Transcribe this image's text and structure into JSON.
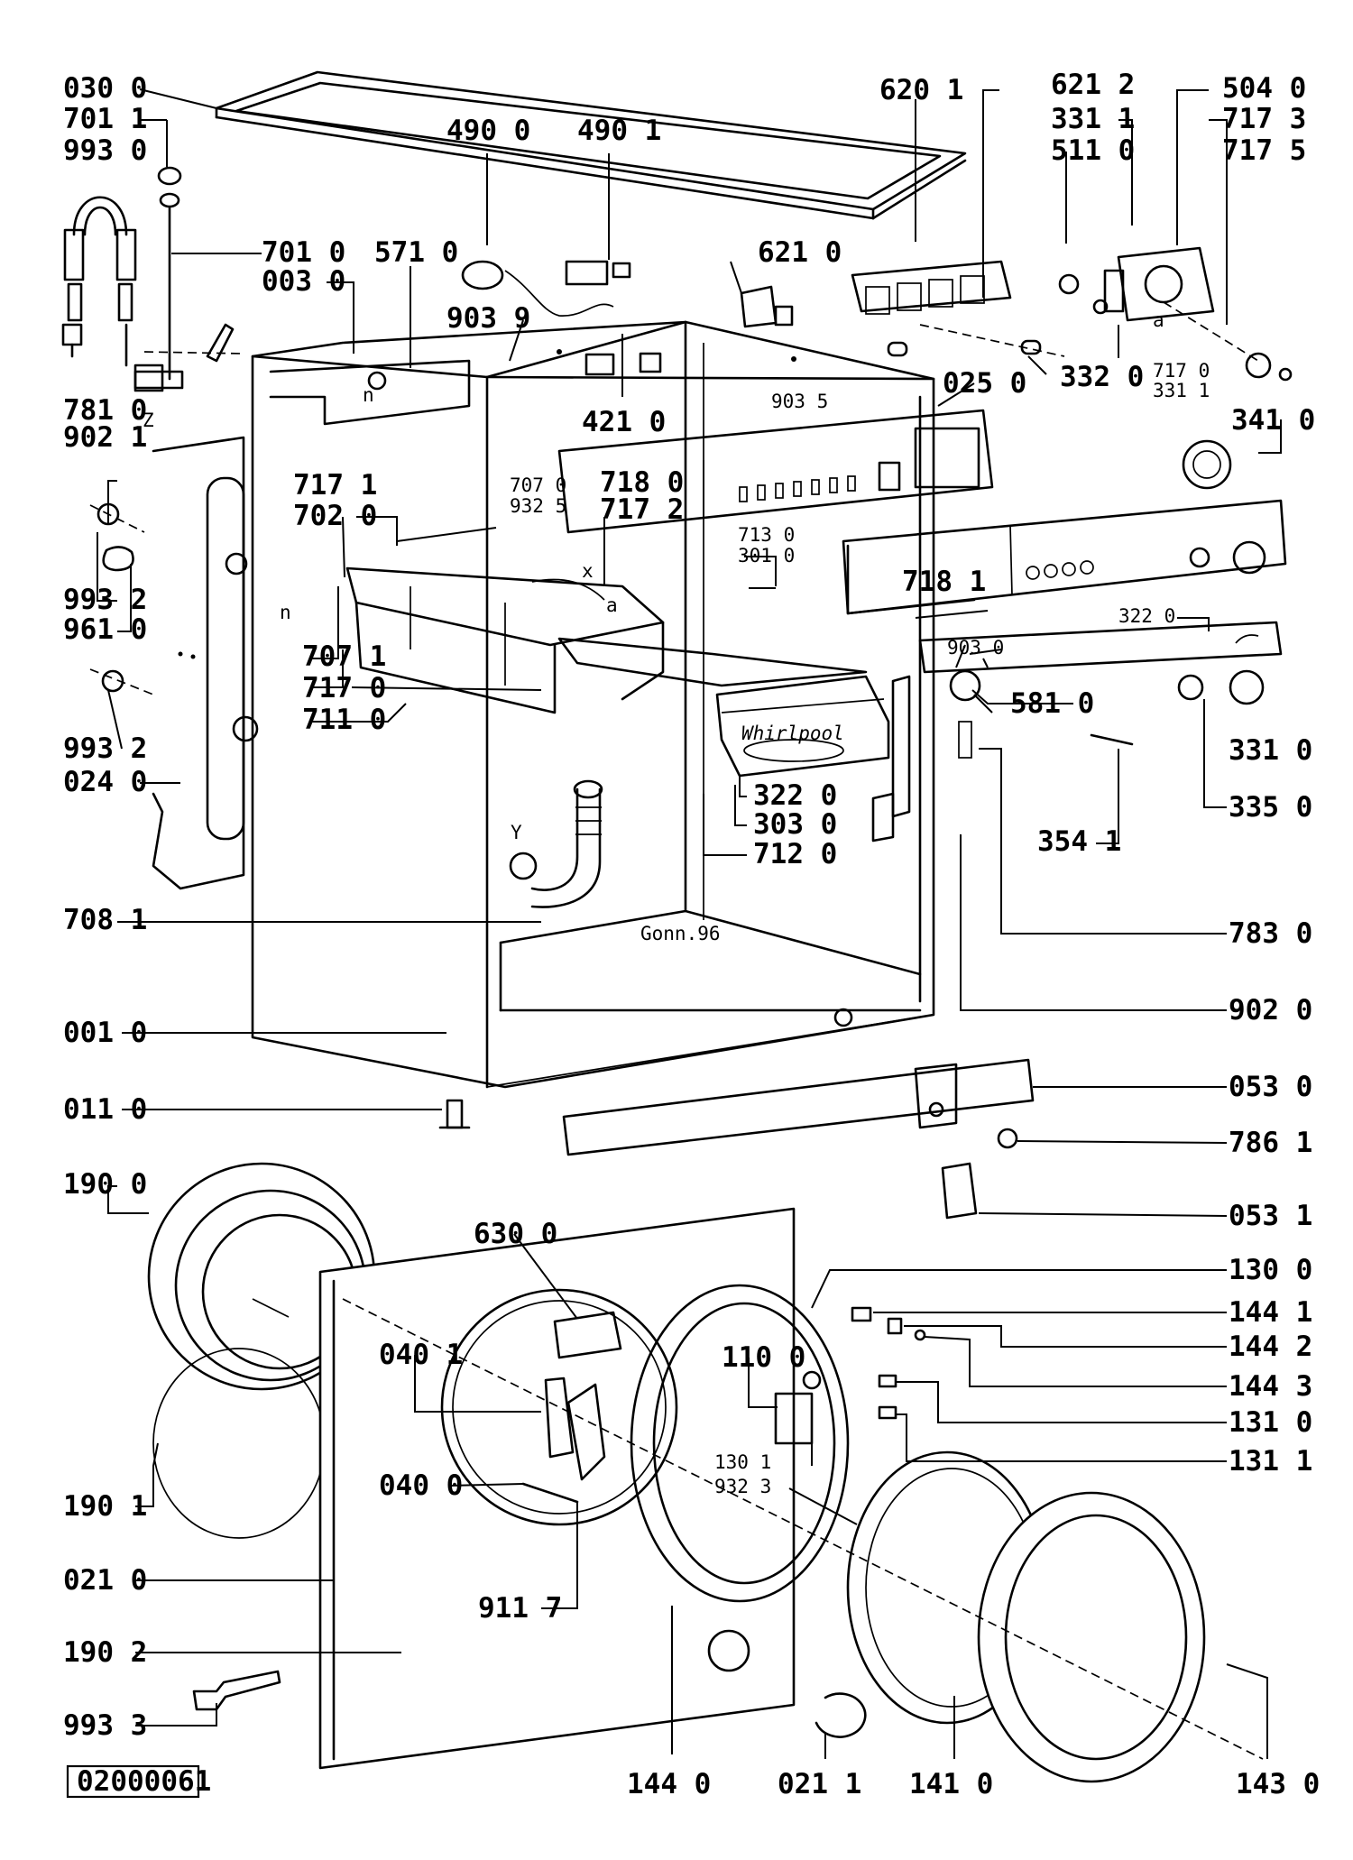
{
  "diagram": {
    "reference": "02000061",
    "date_mark": "Gonn.96",
    "brand_mark": "Whirlpool",
    "labels": {
      "p030_0": "030 0",
      "p701_1": "701 1",
      "p993_0": "993 0",
      "p701_0": "701 0",
      "p003_0": "003 0",
      "p571_0": "571 0",
      "p490_0": "490 0",
      "p490_1": "490 1",
      "p620_1": "620 1",
      "p621_2": "621 2",
      "p331_1a": "331 1",
      "p511_0": "511 0",
      "p504_0": "504 0",
      "p717_3": "717 3",
      "p717_5": "717 5",
      "p621_0": "621 0",
      "p903_9": "903 9",
      "p421_0": "421 0",
      "p903_5": "903 5",
      "p025_0": "025 0",
      "p332_0": "332 0",
      "p717_0b": "717 0",
      "p331_1b": "331 1",
      "p341_0": "341 0",
      "p781_0": "781 0",
      "p902_1": "902 1",
      "p717_1": "717 1",
      "p702_0": "702 0",
      "p707_0": "707 0",
      "p932_5": "932 5",
      "p718_0": "718 0",
      "p717_2": "717 2",
      "p713_0": "713 0",
      "p301_0": "301 0",
      "p718_1": "718 1",
      "p322_0a": "322 0",
      "p993_2a": "993 2",
      "p961_0": "961 0",
      "p707_1": "707 1",
      "p717_0": "717 0",
      "p711_0": "711 0",
      "p903_0": "903 0",
      "p581_0": "581 0",
      "p993_2b": "993 2",
      "p024_0": "024 0",
      "p322_0b": "322 0",
      "p303_0": "303 0",
      "p712_0": "712 0",
      "p331_0": "331 0",
      "p335_0": "335 0",
      "p354_1": "354 1",
      "p708_1": "708 1",
      "p783_0": "783 0",
      "p902_0": "902 0",
      "p001_0": "001 0",
      "p053_0": "053 0",
      "p011_0": "011 0",
      "p786_1": "786 1",
      "p190_0": "190 0",
      "p053_1": "053 1",
      "p630_0": "630 0",
      "p130_0": "130 0",
      "p144_1": "144 1",
      "p144_2": "144 2",
      "p144_3": "144 3",
      "p040_1": "040 1",
      "p110_0": "110 0",
      "p131_0": "131 0",
      "p130_1": "130 1",
      "p932_3": "932 3",
      "p131_1": "131 1",
      "p040_0": "040 0",
      "p190_1": "190 1",
      "p021_0": "021 0",
      "p911_7": "911 7",
      "p190_2": "190 2",
      "p993_3": "993 3",
      "p144_0": "144 0",
      "p021_1": "021 1",
      "p141_0": "141 0",
      "p143_0": "143 0"
    },
    "letters": {
      "n1": "n",
      "n2": "n",
      "z": "Z",
      "x": "x",
      "a1": "a",
      "a2": "a",
      "y": "Y"
    }
  }
}
